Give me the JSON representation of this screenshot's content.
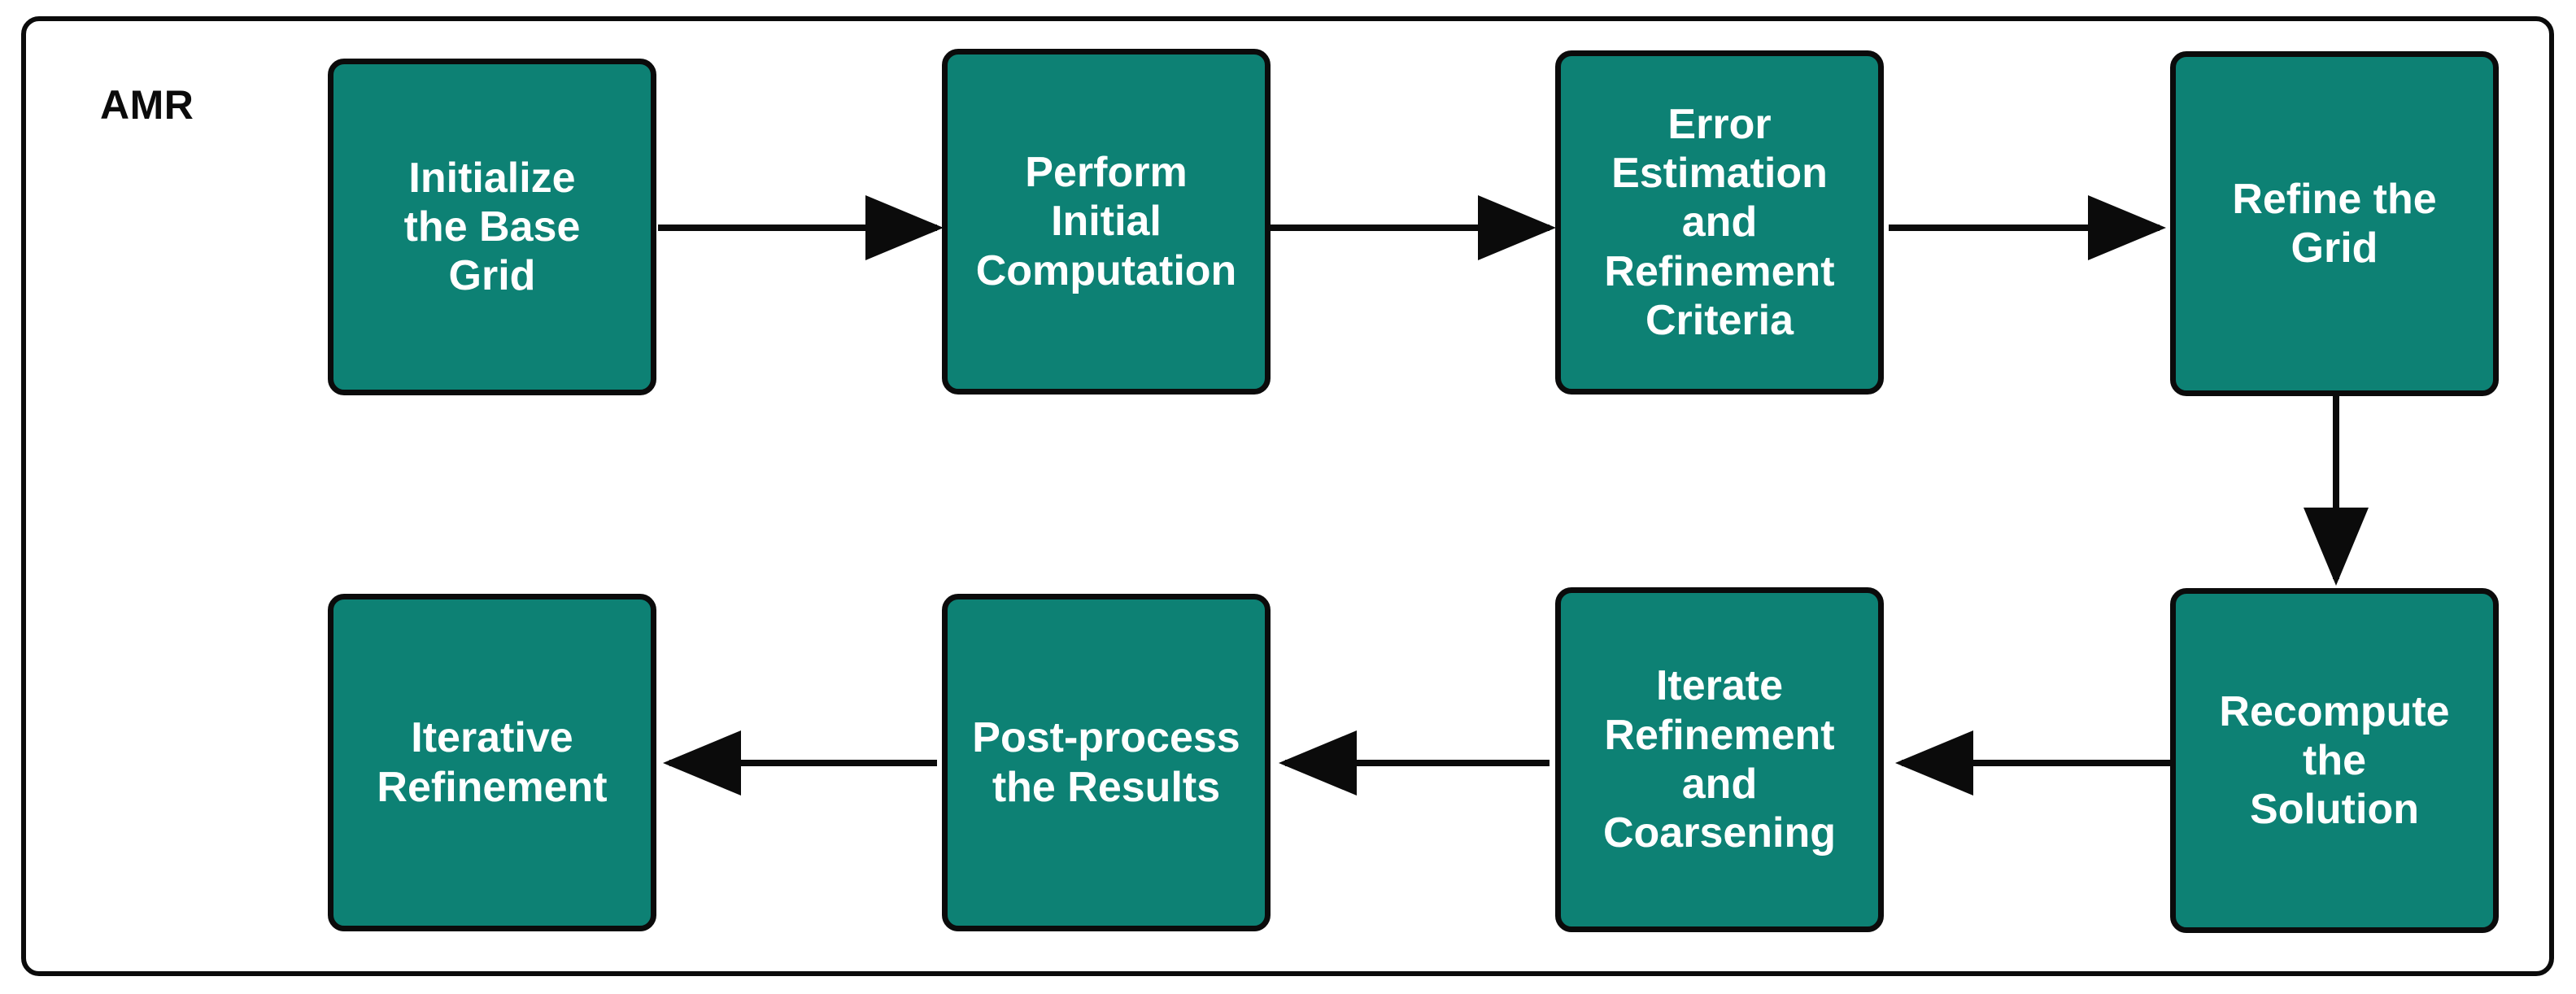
{
  "diagram": {
    "subgraph_title": "AMR",
    "node_fill_color": "#0d8174",
    "node_border_color": "#0b0b0b",
    "node_text_color": "#ffffff",
    "edge_color": "#0b0b0b",
    "background_color": "#ffffff",
    "nodes": [
      {
        "id": "n1",
        "label": "Initialize\nthe Base\nGrid"
      },
      {
        "id": "n2",
        "label": "Perform\nInitial\nComputation"
      },
      {
        "id": "n3",
        "label": "Error\nEstimation\nand\nRefinement\nCriteria"
      },
      {
        "id": "n4",
        "label": "Refine the\nGrid"
      },
      {
        "id": "n5",
        "label": "Recompute\nthe\nSolution"
      },
      {
        "id": "n6",
        "label": "Iterate\nRefinement\nand\nCoarsening"
      },
      {
        "id": "n7",
        "label": "Post-process\nthe Results"
      },
      {
        "id": "n8",
        "label": "Iterative\nRefinement"
      }
    ],
    "edges": [
      {
        "from": "n1",
        "to": "n2",
        "direction": "right"
      },
      {
        "from": "n2",
        "to": "n3",
        "direction": "right"
      },
      {
        "from": "n3",
        "to": "n4",
        "direction": "right"
      },
      {
        "from": "n4",
        "to": "n5",
        "direction": "down"
      },
      {
        "from": "n5",
        "to": "n6",
        "direction": "left"
      },
      {
        "from": "n6",
        "to": "n7",
        "direction": "left"
      },
      {
        "from": "n7",
        "to": "n8",
        "direction": "left"
      }
    ]
  }
}
